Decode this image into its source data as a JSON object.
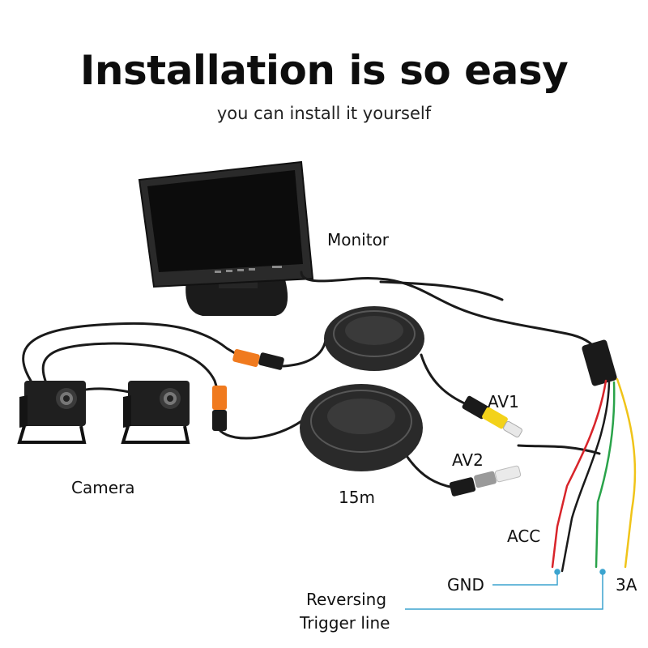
{
  "header": {
    "title": "Installation is so easy",
    "subtitle": "you can install it yourself"
  },
  "labels": {
    "monitor": "Monitor",
    "camera": "Camera",
    "av1": "AV1",
    "av2": "AV2",
    "cable_length": "15m",
    "acc": "ACC",
    "gnd": "GND",
    "fuse": "3A",
    "reversing_line1": "Reversing",
    "reversing_line2": "Trigger line"
  },
  "colors": {
    "connector_orange": "#f07a1e",
    "rca_yellow": "#f3d21a",
    "wire_red": "#d8242a",
    "wire_green": "#2aa34a",
    "wire_yellow": "#f0c419",
    "leader_line": "#3ba4cf"
  }
}
